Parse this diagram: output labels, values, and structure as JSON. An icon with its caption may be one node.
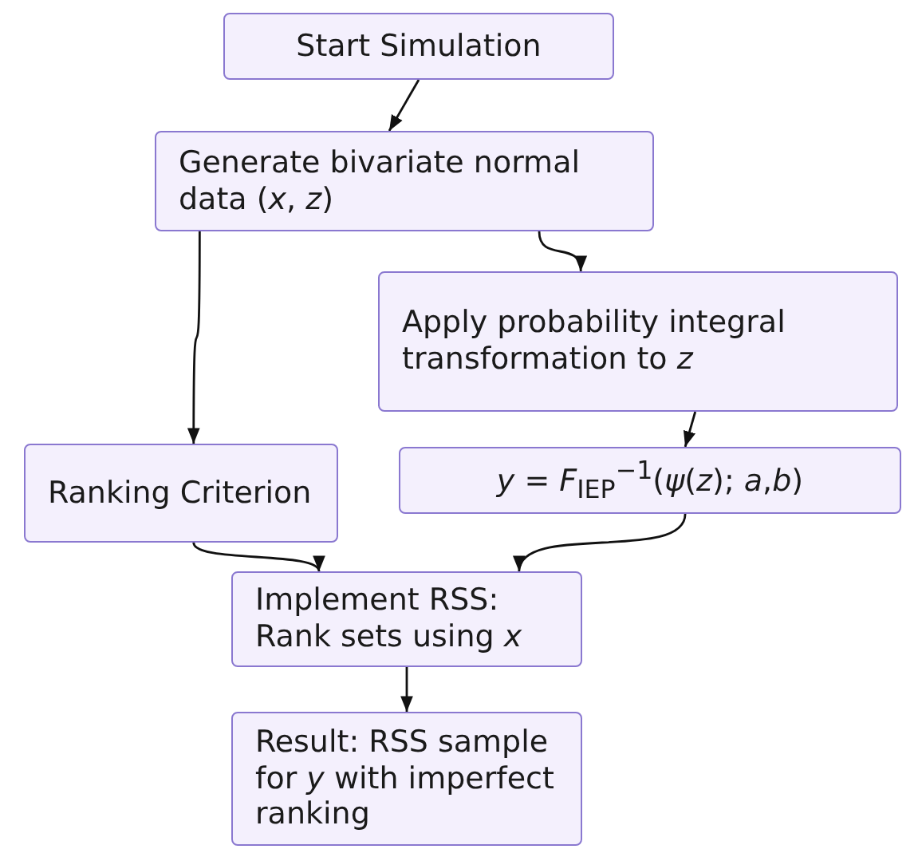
{
  "diagram": {
    "nodes": [
      {
        "text": [
          "Start Simulation"
        ]
      },
      {
        "text": [
          "Generate bivariate normal data (*x*, *z*)"
        ]
      },
      {
        "text": [
          "Apply probability integral transformation to *z*"
        ]
      },
      {
        "text": [
          "Ranking Criterion"
        ]
      },
      {
        "text": [
          "*y* = *F*$_{IEP}$$^{−1}$(*ψ*(*z*); *a*,*b*)"
        ]
      },
      {
        "text": [
          "Implement RSS: Rank sets using *x*"
        ]
      },
      {
        "text": [
          "Result: RSS sample for *y* with imperfect ranking"
        ]
      }
    ],
    "edges": [
      {
        "from": 0,
        "to": 1,
        "arrow": "to"
      },
      {
        "from": 1,
        "to": 3,
        "arrow": "to"
      },
      {
        "from": 1,
        "to": 2,
        "arrow": "to"
      },
      {
        "from": 2,
        "to": 4,
        "arrow": "to"
      },
      {
        "from": 3,
        "to": 5,
        "arrow": "to"
      },
      {
        "from": 4,
        "to": 5,
        "arrow": "to"
      },
      {
        "from": 5,
        "to": 6,
        "arrow": "to"
      }
    ]
  }
}
